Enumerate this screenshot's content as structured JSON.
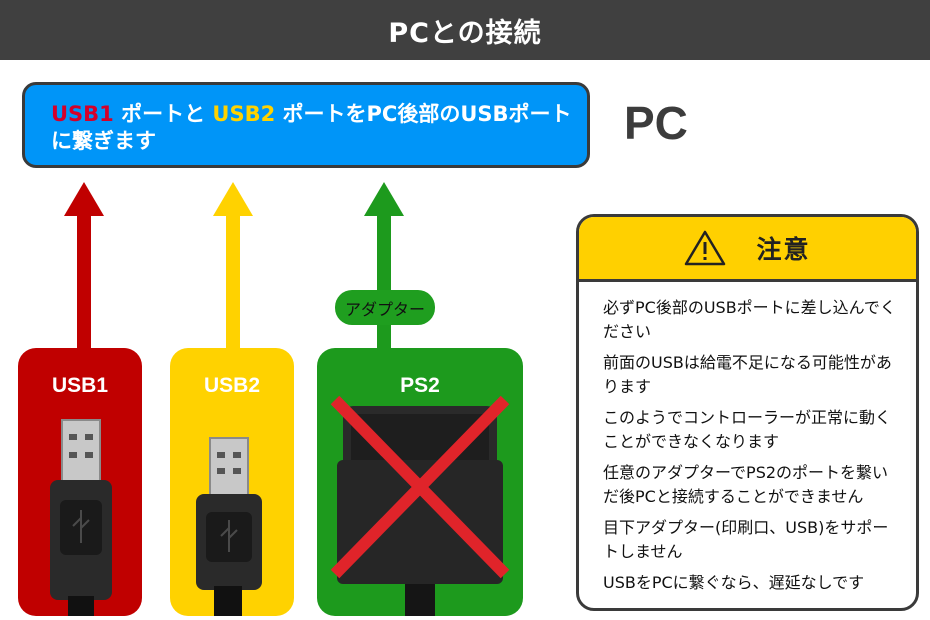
{
  "header": {
    "title": "PCとの接続"
  },
  "banner": {
    "usb1": "USB1",
    "mid1": " ポートと ",
    "usb2": "USB2",
    "rest": " ポートをPC後部のUSBポートに繋ぎます"
  },
  "pc_label": "PC",
  "adapter_label": "アダプター",
  "cards": {
    "usb1": {
      "label": "USB1"
    },
    "usb2": {
      "label": "USB2"
    },
    "ps2": {
      "label": "PS2"
    }
  },
  "caution": {
    "title": "注意",
    "icon": "warning-triangle-icon",
    "notes": [
      "必ずPC後部のUSBポートに差し込んでください",
      "前面のUSBは給電不足になる可能性があります",
      "このようでコントローラーが正常に動くことができなくなります",
      "任意のアダプターでPS2のポートを繋いだ後PCと接続することができません",
      "目下アダプター(印刷口、USB)をサポートしません",
      "USBをPCに繋ぐなら、遅延なしです"
    ]
  },
  "colors": {
    "header_bg": "#404040",
    "banner_bg": "#0095f8",
    "usb1_red": "#c00000",
    "usb2_yellow": "#ffd200",
    "ps2_green": "#1d9a1d",
    "caution_yellow": "#ffd000",
    "cross_red": "#e0242a"
  }
}
